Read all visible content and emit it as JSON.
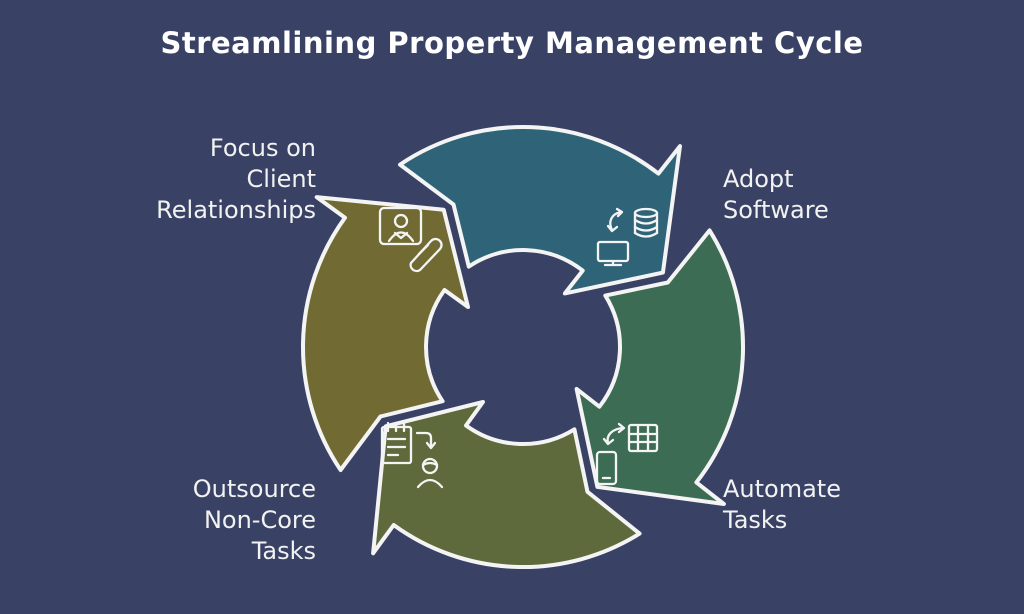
{
  "title": "Streamlining Property Management Cycle",
  "steps": [
    {
      "id": "adopt-software",
      "label_lines": [
        "Adopt",
        "Software"
      ],
      "color": "#2f6478",
      "icon": "software-database-icon"
    },
    {
      "id": "automate-tasks",
      "label_lines": [
        "Automate",
        "Tasks"
      ],
      "color": "#3d6c55",
      "icon": "mobile-spreadsheet-icon"
    },
    {
      "id": "outsource-non-core-tasks",
      "label_lines": [
        "Outsource",
        "Non-Core",
        "Tasks"
      ],
      "color": "#5f6a3c",
      "icon": "clipboard-person-icon"
    },
    {
      "id": "focus-on-client-relationships",
      "label_lines": [
        "Focus on",
        "Client",
        "Relationships"
      ],
      "color": "#716b33",
      "icon": "client-contact-icon"
    }
  ],
  "colors": {
    "background": "#394265",
    "outline": "#f4f4f4",
    "text": "#f2f2f2"
  }
}
